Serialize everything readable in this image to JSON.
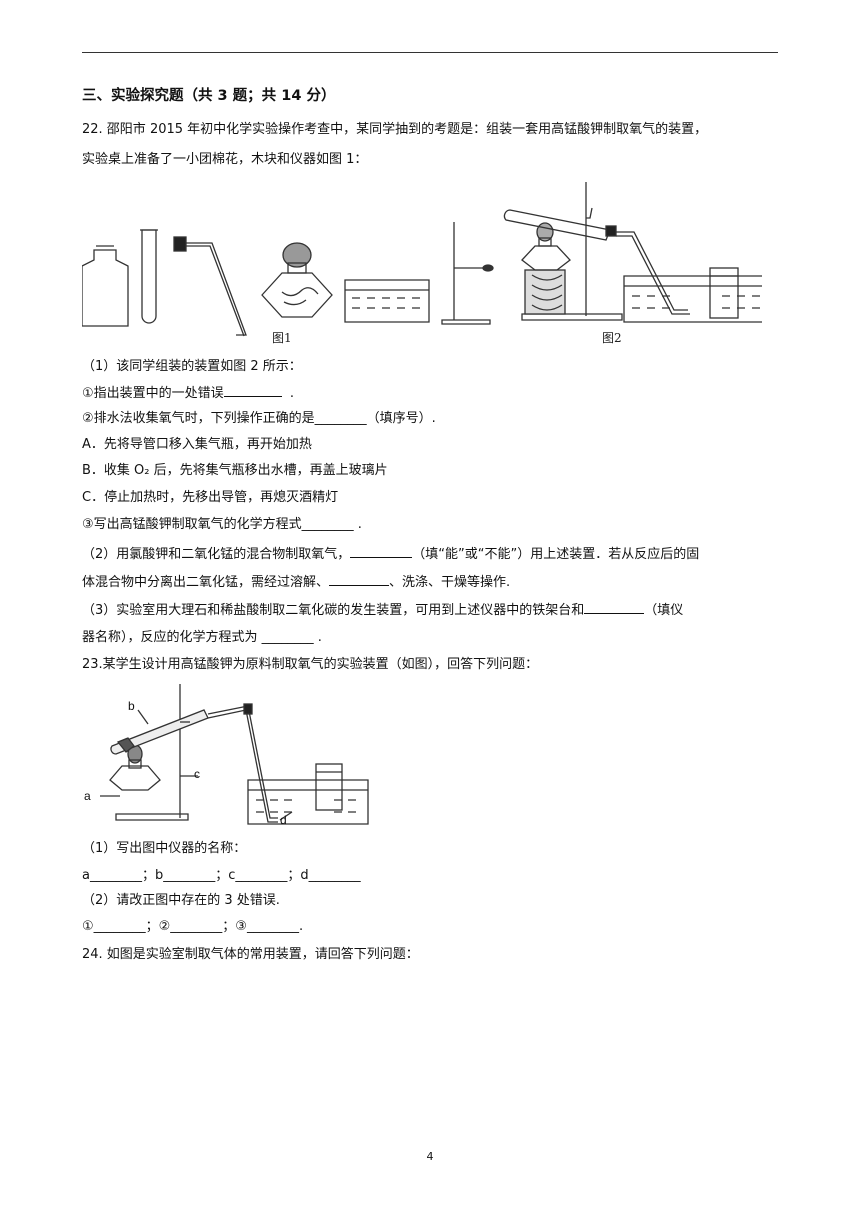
{
  "section_heading": "三、实验探究题（共 3 题；共 14 分）",
  "q22": {
    "stem_line1": "22. 邵阳市 2015 年初中化学实验操作考查中，某同学抽到的考题是：组装一套用高锰酸钾制取氧气的装置，",
    "stem_line2": "实验桌上准备了一小团棉花，木块和仪器如图 1：",
    "fig1_caption": "图1",
    "fig2_caption": "图2",
    "p1": "（1）该同学组装的装置如图 2 所示：",
    "p1_a": "①指出装置中的一处错误",
    "p1_a_end": ".",
    "p1_b": "②排水法收集氧气时，下列操作正确的是________（填序号）.",
    "opt_A": "A．先将导管口移入集气瓶，再开始加热",
    "opt_B": "B．收集 O₂ 后，先将集气瓶移出水槽，再盖上玻璃片",
    "opt_C": "C．停止加热时，先移出导管，再熄灭酒精灯",
    "p1_c": "③写出高锰酸钾制取氧气的化学方程式________ .",
    "p2_line1_a": "（2）用氯酸钾和二氧化锰的混合物制取氧气，",
    "p2_line1_b": "（填“能”或“不能”）用上述装置．若从反应后的固",
    "p2_line2_a": "体混合物中分离出二氧化锰，需经过溶解、",
    "p2_line2_b": "、洗涤、干燥等操作.",
    "p3_line1_a": "（3）实验室用大理石和稀盐酸制取二氧化碳的发生装置，可用到上述仪器中的铁架台和",
    "p3_line1_b": "（填仪",
    "p3_line2": "器名称），反应的化学方程式为 ________ ."
  },
  "q23": {
    "stem": "23.某学生设计用高锰酸钾为原料制取氧气的实验装置（如图），回答下列问题：",
    "label_a": "a",
    "label_b": "b",
    "label_c": "c",
    "label_d": "d",
    "p1": "（1）写出图中仪器的名称：",
    "p1_blanks": "a________；b________；c________；d________",
    "p2": "（2）请改正图中存在的 3 处错误.",
    "p2_blanks": "①________；②________；③________."
  },
  "q24": {
    "stem": "24. 如图是实验室制取气体的常用装置，请回答下列问题："
  },
  "page_number": "4"
}
